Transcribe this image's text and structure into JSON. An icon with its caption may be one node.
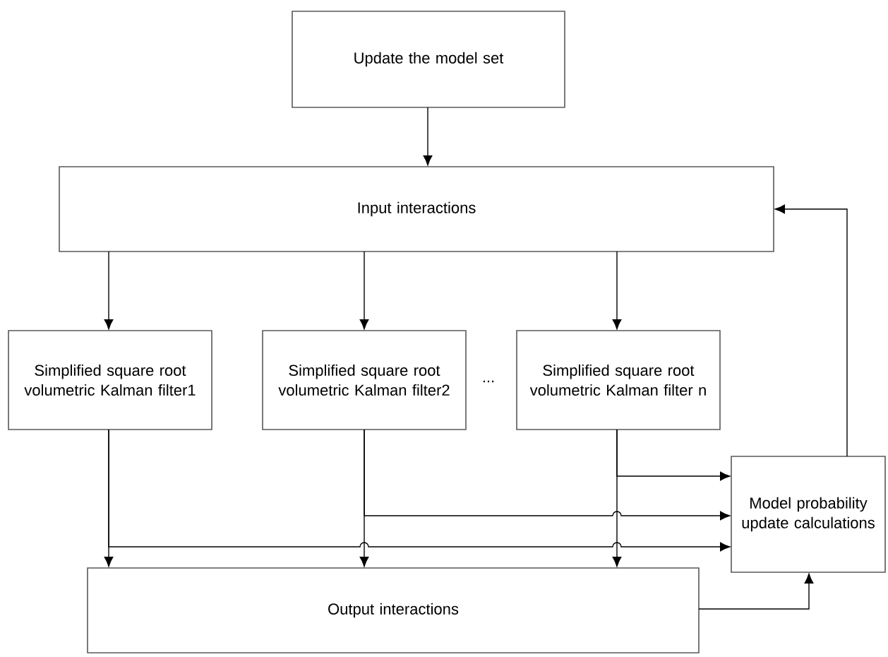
{
  "diagram": {
    "nodes": [
      {
        "text": [
          "Update the model set"
        ]
      },
      {
        "text": [
          "Input interactions"
        ]
      },
      {
        "text": [
          "Simplified square root volumetric Kalman filter1"
        ]
      },
      {
        "text": [
          "Simplified square root volumetric Kalman filter2"
        ]
      },
      {
        "text": [
          "Simplified square root volumetric Kalman filter n"
        ]
      },
      {
        "text": [
          "Model probability update calculations"
        ]
      },
      {
        "text": [
          "Output interactions"
        ]
      }
    ],
    "edges": [
      {
        "from": 0,
        "to": 1,
        "arrow": "to"
      },
      {
        "from": 1,
        "to": 2,
        "arrow": "to"
      },
      {
        "from": 1,
        "to": 3,
        "arrow": "to"
      },
      {
        "from": 1,
        "to": 4,
        "arrow": "to"
      },
      {
        "from": 2,
        "to": 6,
        "arrow": "to"
      },
      {
        "from": 3,
        "to": 6,
        "arrow": "to"
      },
      {
        "from": 4,
        "to": 6,
        "arrow": "to"
      },
      {
        "from": 4,
        "to": 5,
        "arrow": "to"
      },
      {
        "from": 3,
        "to": 5,
        "arrow": "to"
      },
      {
        "from": 2,
        "to": 5,
        "arrow": "to"
      },
      {
        "from": 6,
        "to": 5,
        "arrow": "to"
      },
      {
        "from": 5,
        "to": 1,
        "arrow": "to"
      }
    ],
    "labels": [
      "..."
    ]
  }
}
